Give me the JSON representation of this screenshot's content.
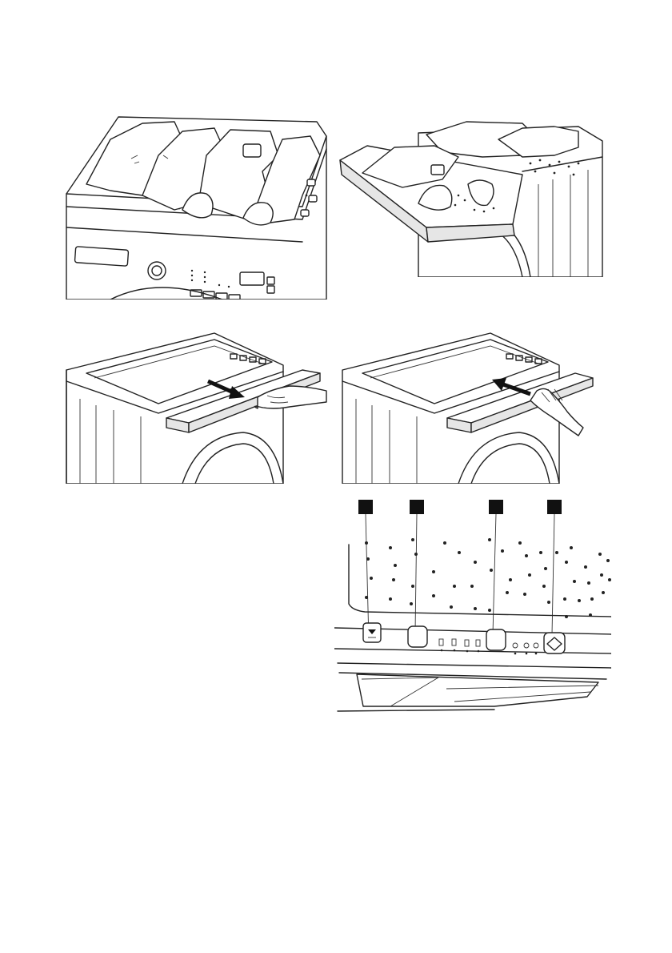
{
  "figures": [
    {
      "id": "fig-laundry-on-top",
      "icon": "laundry-on-dryer-top"
    },
    {
      "id": "fig-laundry-on-drawer",
      "icon": "laundry-on-pulled-drawer"
    },
    {
      "id": "fig-push-drawer-in",
      "icon": "arrow-push-in"
    },
    {
      "id": "fig-pull-drawer-out",
      "icon": "arrow-pull-out"
    },
    {
      "id": "fig-control-panel-detail",
      "icon": "control-panel-callouts"
    }
  ],
  "callouts": [
    "",
    "",
    "",
    ""
  ],
  "colors": {
    "line": "#222222",
    "callout": "#111111",
    "paper": "#ffffff"
  }
}
